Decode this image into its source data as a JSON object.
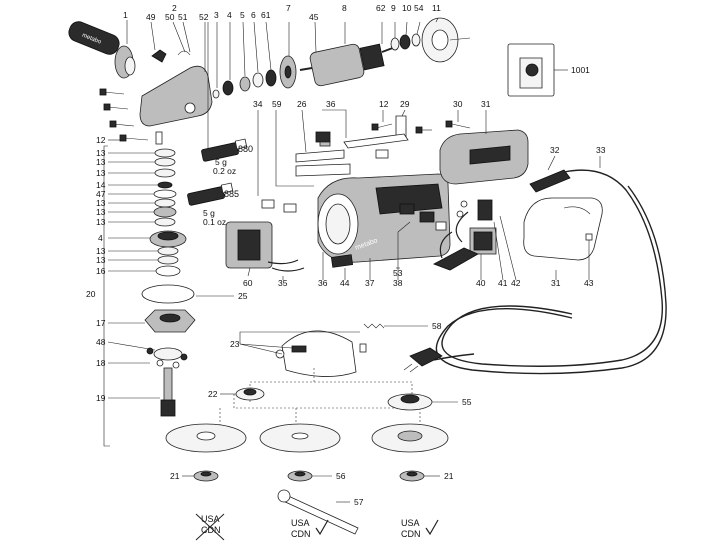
{
  "parts": [
    {
      "id": "p1",
      "label": "1"
    },
    {
      "id": "p2",
      "label": "2"
    },
    {
      "id": "p3",
      "label": "3"
    },
    {
      "id": "p4",
      "label": "4"
    },
    {
      "id": "p5",
      "label": "5"
    },
    {
      "id": "p6",
      "label": "6"
    },
    {
      "id": "p61",
      "label": "61"
    },
    {
      "id": "p7",
      "label": "7"
    },
    {
      "id": "p8",
      "label": "8"
    },
    {
      "id": "p62",
      "label": "62"
    },
    {
      "id": "p9",
      "label": "9"
    },
    {
      "id": "p10",
      "label": "10"
    },
    {
      "id": "p54",
      "label": "54"
    },
    {
      "id": "p11",
      "label": "11"
    },
    {
      "id": "p49",
      "label": "49"
    },
    {
      "id": "p50",
      "label": "50"
    },
    {
      "id": "p51",
      "label": "51"
    },
    {
      "id": "p52",
      "label": "52"
    },
    {
      "id": "p45",
      "label": "45"
    },
    {
      "id": "p1001",
      "label": "1001"
    },
    {
      "id": "p34",
      "label": "34"
    },
    {
      "id": "p59",
      "label": "59"
    },
    {
      "id": "p26",
      "label": "26"
    },
    {
      "id": "p36a",
      "label": "36"
    },
    {
      "id": "p12a",
      "label": "12"
    },
    {
      "id": "p29",
      "label": "29"
    },
    {
      "id": "p30",
      "label": "30"
    },
    {
      "id": "p31a",
      "label": "31"
    },
    {
      "id": "p12b",
      "label": "12"
    },
    {
      "id": "p13a",
      "label": "13"
    },
    {
      "id": "p13b",
      "label": "13"
    },
    {
      "id": "p13c",
      "label": "13"
    },
    {
      "id": "p14",
      "label": "14"
    },
    {
      "id": "p47",
      "label": "47"
    },
    {
      "id": "p13d",
      "label": "13"
    },
    {
      "id": "p13e",
      "label": "13"
    },
    {
      "id": "p13f",
      "label": "13"
    },
    {
      "id": "p4b",
      "label": "4"
    },
    {
      "id": "p13g",
      "label": "13"
    },
    {
      "id": "p13h",
      "label": "13"
    },
    {
      "id": "p16",
      "label": "16"
    },
    {
      "id": "p20",
      "label": "20"
    },
    {
      "id": "p25",
      "label": "25"
    },
    {
      "id": "p17",
      "label": "17"
    },
    {
      "id": "p48",
      "label": "48"
    },
    {
      "id": "p18",
      "label": "18"
    },
    {
      "id": "p19",
      "label": "19"
    },
    {
      "id": "p60",
      "label": "60"
    },
    {
      "id": "p35",
      "label": "35"
    },
    {
      "id": "p36b",
      "label": "36"
    },
    {
      "id": "p44",
      "label": "44"
    },
    {
      "id": "p37",
      "label": "37"
    },
    {
      "id": "p53",
      "label": "53"
    },
    {
      "id": "p38",
      "label": "38"
    },
    {
      "id": "p40",
      "label": "40"
    },
    {
      "id": "p41",
      "label": "41"
    },
    {
      "id": "p42",
      "label": "42"
    },
    {
      "id": "p31b",
      "label": "31"
    },
    {
      "id": "p43",
      "label": "43"
    },
    {
      "id": "p32",
      "label": "32"
    },
    {
      "id": "p33",
      "label": "33"
    },
    {
      "id": "p23",
      "label": "23"
    },
    {
      "id": "p58",
      "label": "58"
    },
    {
      "id": "p22",
      "label": "22"
    },
    {
      "id": "p55",
      "label": "55"
    },
    {
      "id": "p21a",
      "label": "21"
    },
    {
      "id": "p56",
      "label": "56"
    },
    {
      "id": "p21b",
      "label": "21"
    },
    {
      "id": "p57",
      "label": "57"
    }
  ],
  "grease": [
    {
      "tube_label": "880",
      "amount": "5 g",
      "amount_alt": "0.2 oz"
    },
    {
      "tube_label": "885",
      "amount": "5 g",
      "amount_alt": "0.1 oz"
    }
  ],
  "brand_marks": {
    "handle": "metabo",
    "housing": "metabo"
  },
  "certifications": [
    {
      "line1": "USA",
      "line2": "CDN",
      "status": "crossed"
    },
    {
      "line1": "USA",
      "line2": "CDN",
      "status": "check"
    },
    {
      "line1": "USA",
      "line2": "CDN",
      "status": "check"
    }
  ],
  "colors": {
    "ink": "#222222",
    "dark": "#2b2b2b",
    "light": "#f4f4f4"
  }
}
